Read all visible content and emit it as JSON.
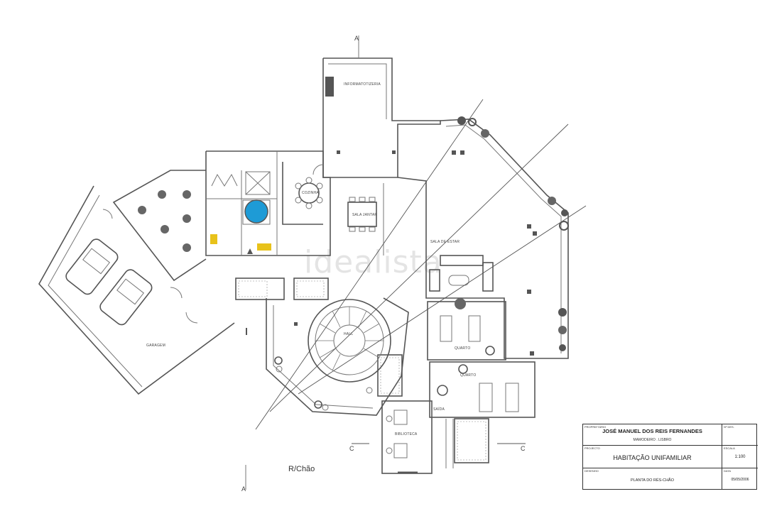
{
  "watermark": "idealista",
  "floor_label": "R/Chão",
  "section_marks": {
    "a_top": "A",
    "a_bottom": "A",
    "c_left": "C",
    "c_right": "C"
  },
  "rooms": {
    "top_room": "INFORMATOTIZERIA",
    "cozinha": "COZINHA",
    "sala_jantar": "SALA JANTAR",
    "sala_estar": "SALA DE ESTAR",
    "hall": "HALL",
    "quarto_1": "QUARTO",
    "quarto_2": "QUARTO",
    "garagem": "GARAGEM",
    "biblioteca": "BIBLIOTECA",
    "saida": "SAÍDA"
  },
  "title_block": {
    "owner_caption": "PROPRIETÁRIO",
    "owner_name": "JOSÉ MANUEL DOS REIS FERNANDES",
    "owner_location": "MAMODEIRO . LISBRO",
    "sheet_caption": "Nº DES.",
    "project_caption": "PROJECTO",
    "project_name": "HABITAÇÃO UNIFAMILIAR",
    "scale_caption": "ESCALA",
    "scale": "1:100",
    "drawing_caption": "DESENHO",
    "drawing_name": "PLANTA DO RÉS-CHÃO",
    "date_caption": "DATA",
    "date": "05/05/2006"
  },
  "colors": {
    "pool_blue": "#1e9bd6",
    "fixture_yellow": "#e8c21a",
    "column_gray": "#666666",
    "line_gray": "#555555"
  }
}
